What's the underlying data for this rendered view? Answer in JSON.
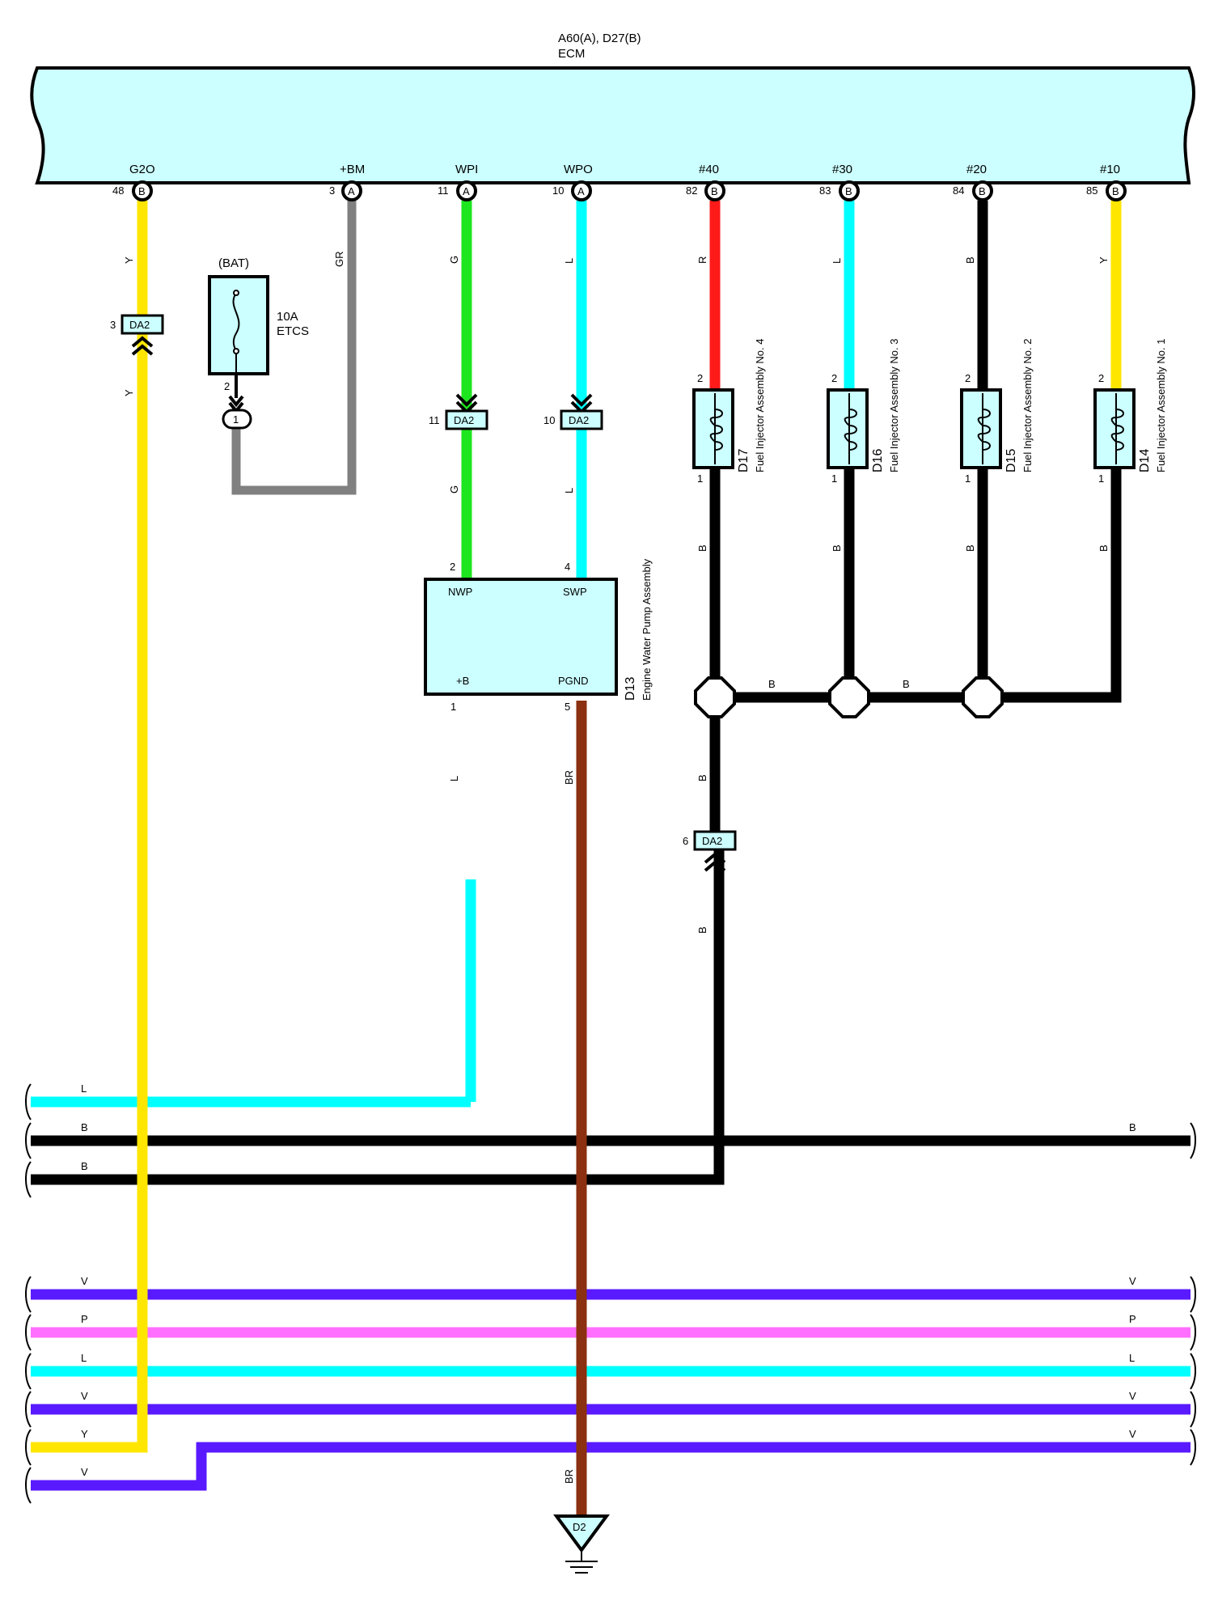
{
  "ecm": {
    "title": "A60(A), D27(B)",
    "name": "ECM"
  },
  "pins": {
    "g2o": {
      "label": "G2O",
      "num": "48",
      "conn": "B"
    },
    "bm": {
      "label": "+BM",
      "num": "3",
      "conn": "A"
    },
    "wpi": {
      "label": "WPI",
      "num": "11",
      "conn": "A"
    },
    "wpo": {
      "label": "WPO",
      "num": "10",
      "conn": "A"
    },
    "n40": {
      "label": "#40",
      "num": "82",
      "conn": "B"
    },
    "n30": {
      "label": "#30",
      "num": "83",
      "conn": "B"
    },
    "n20": {
      "label": "#20",
      "num": "84",
      "conn": "B"
    },
    "n10": {
      "label": "#10",
      "num": "85",
      "conn": "B"
    }
  },
  "fuse": {
    "source": "(BAT)",
    "rating": "10A",
    "name": "ETCS",
    "pin": "2",
    "junction": "1"
  },
  "connector_da2": {
    "name": "DA2",
    "pin_g2o": "3",
    "pin_wpi": "11",
    "pin_wpo": "10",
    "pin_ground": "6"
  },
  "pump": {
    "code": "D13",
    "name": "Engine Water Pump Assembly",
    "nwp": "NWP",
    "swp": "SWP",
    "b": "+B",
    "pgnd": "PGND",
    "pin_nwp": "2",
    "pin_swp": "4",
    "pin_b": "1",
    "pin_pgnd": "5"
  },
  "injectors": [
    {
      "code": "D17",
      "name": "Fuel Injector Assembly No. 4",
      "pin_top": "2",
      "pin_bottom": "1"
    },
    {
      "code": "D16",
      "name": "Fuel Injector Assembly No. 3",
      "pin_top": "2",
      "pin_bottom": "1"
    },
    {
      "code": "D15",
      "name": "Fuel Injector Assembly No. 2",
      "pin_top": "2",
      "pin_bottom": "1"
    },
    {
      "code": "D14",
      "name": "Fuel Injector Assembly No. 1",
      "pin_top": "2",
      "pin_bottom": "1"
    }
  ],
  "wire_colors": {
    "y": "Y",
    "gr": "GR",
    "g": "G",
    "l": "L",
    "r": "R",
    "b": "B",
    "br": "BR",
    "v": "V",
    "p": "P"
  },
  "ground": {
    "code": "D2"
  },
  "colors": {
    "yellow": "#ffe600",
    "gray": "#808080",
    "green": "#1ee61e",
    "cyan": "#00ffff",
    "red": "#ff1a1a",
    "black": "#000000",
    "brown": "#8b3010",
    "violet": "#5a1aff",
    "pink": "#ff6eff",
    "component_fill": "#ccffff"
  }
}
